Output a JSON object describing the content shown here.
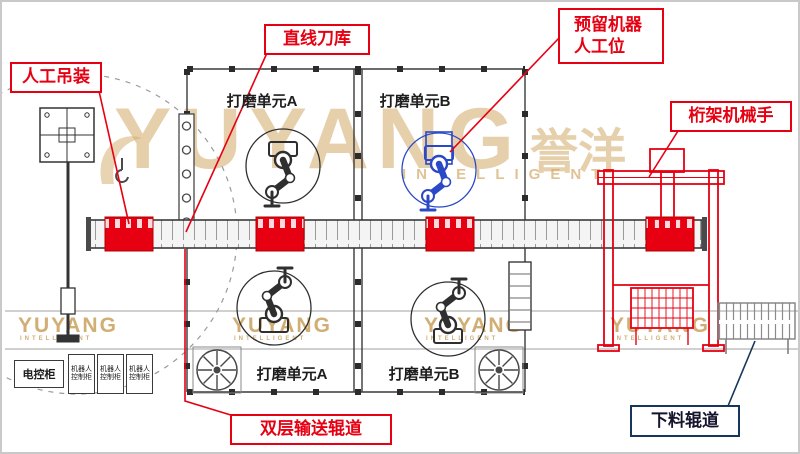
{
  "colors": {
    "accent_red": "#e60012",
    "navy": "#17365d",
    "robot_blue": "#2b49c7",
    "structure_dark": "#3a3a3a",
    "watermark_gold": "#d1aa66"
  },
  "callouts": {
    "manual_hoist": "人工吊装",
    "linear_tool_magazine": "直线刀库",
    "reserved_robot_line1": "预留机器",
    "reserved_robot_line2": "人工位",
    "truss_manipulator": "桁架机械手",
    "double_layer_conveyor": "双层输送辊道",
    "unload_roller": "下料辊道"
  },
  "zones": {
    "grind_a_top": "打磨单元A",
    "grind_b_top": "打磨单元B",
    "grind_a_bottom": "打磨单元A",
    "grind_b_bottom": "打磨单元B"
  },
  "cabinets": {
    "electric": "电控柜",
    "robot_1": "机器人控制柜",
    "robot_2": "机器人控制柜",
    "robot_3": "机器人控制柜"
  },
  "watermark": {
    "brand": "YUYANG",
    "brand_cn": "誉洋",
    "tagline": "INTELLIGENT"
  }
}
